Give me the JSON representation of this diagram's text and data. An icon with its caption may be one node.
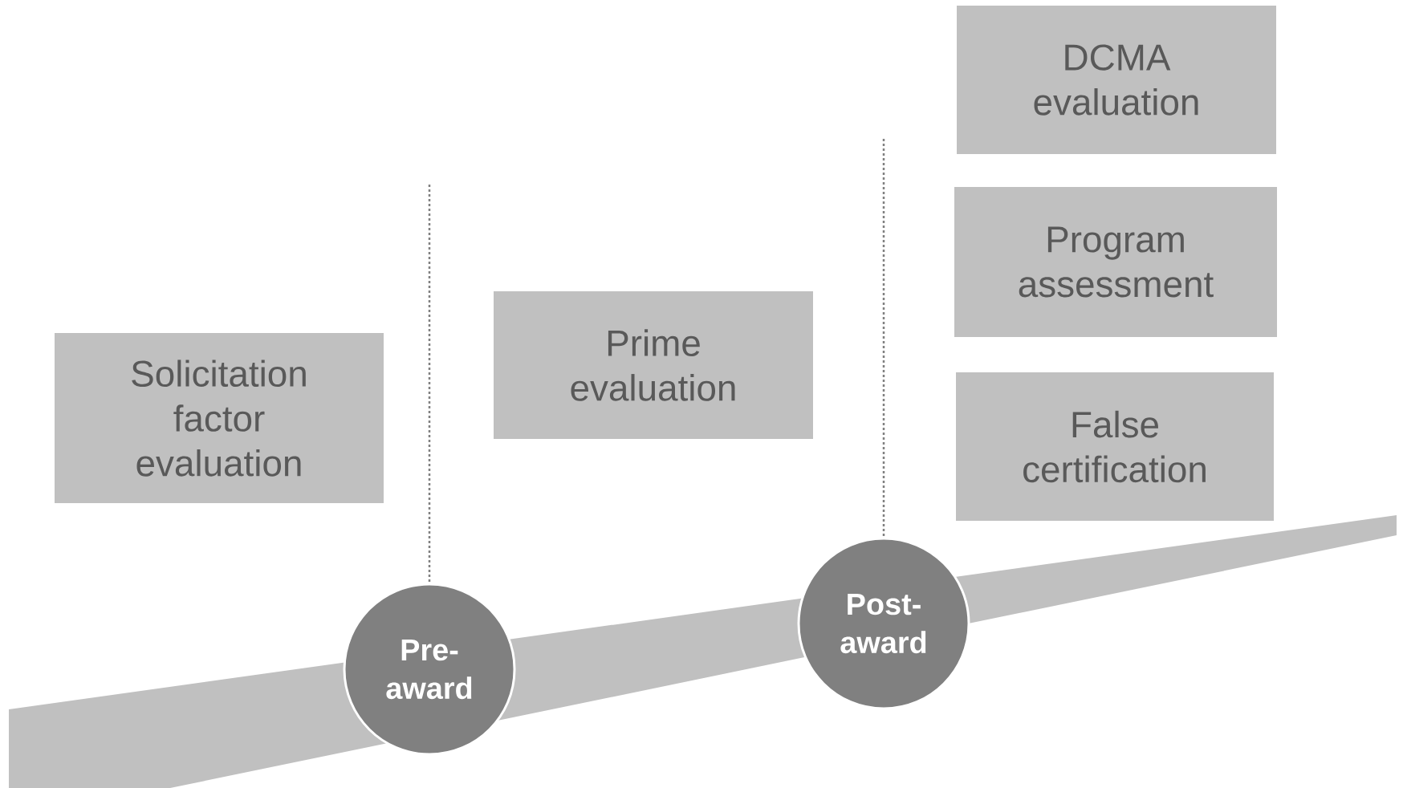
{
  "diagram": {
    "nodes": [
      {
        "text": [
          "Solicitation factor evaluation"
        ]
      },
      {
        "text": [
          "Prime evaluation"
        ]
      },
      {
        "text": [
          "DCMA evaluation"
        ]
      },
      {
        "text": [
          "Program assessment"
        ]
      },
      {
        "text": [
          "False certification"
        ]
      },
      {
        "text": [
          "Pre-award"
        ]
      },
      {
        "text": [
          "Post-award"
        ]
      }
    ]
  }
}
